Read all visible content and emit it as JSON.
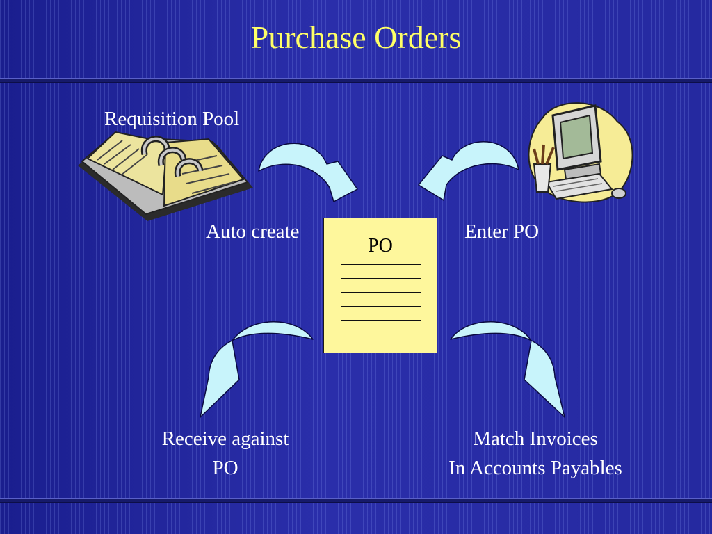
{
  "slide": {
    "title": "Purchase Orders",
    "background_color": "#20249a",
    "title_color": "#ffff66",
    "text_color": "#ffffff",
    "arrow_color": "#c8f4fb"
  },
  "labels": {
    "requisition_pool": "Requisition Pool",
    "auto_create": "Auto create",
    "enter_po": "Enter PO",
    "receive_line1": "Receive against",
    "receive_line2": "PO",
    "match_line1": "Match Invoices",
    "match_line2": "In Accounts Payables"
  },
  "po_document": {
    "title": "PO",
    "fill_color": "#fef79c"
  },
  "icons": {
    "requisition": "binder-icon",
    "computer": "computer-icon"
  }
}
